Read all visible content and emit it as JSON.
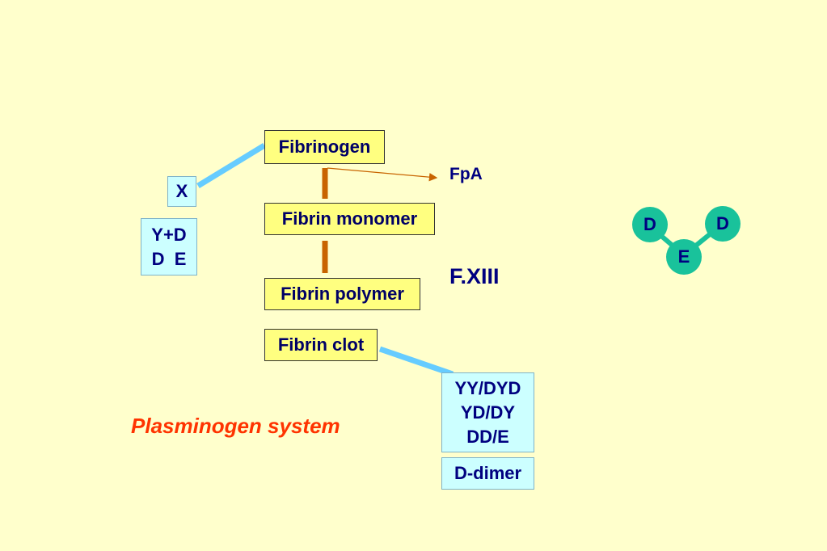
{
  "flow": {
    "fibrinogen": "Fibrinogen",
    "fibrin_monomer": "Fibrin monomer",
    "fibrin_polymer": "Fibrin polymer",
    "fibrin_clot": "Fibrin clot",
    "fpa": "FpA",
    "fxiii": "F.XIII"
  },
  "fibrinogen_degradation": {
    "x": "X",
    "line1": "Y+D",
    "line2": "D  E"
  },
  "fibrin_degradation": {
    "line1": "YY/DYD",
    "line2": "YD/DY",
    "line3": "DD/E",
    "ddimer": "D-dimer"
  },
  "system_label": "Plasminogen system",
  "molecule": {
    "node_left": "D",
    "node_right": "D",
    "node_center": "E"
  },
  "colors": {
    "background": "#ffffcc",
    "box_yellow": "#ffff80",
    "box_cyan": "#ccffff",
    "connector_blue": "#66ccff",
    "arrow_brown": "#c86400",
    "node_green": "#19c29b",
    "text_navy": "#000080",
    "text_red": "#ff3300"
  }
}
